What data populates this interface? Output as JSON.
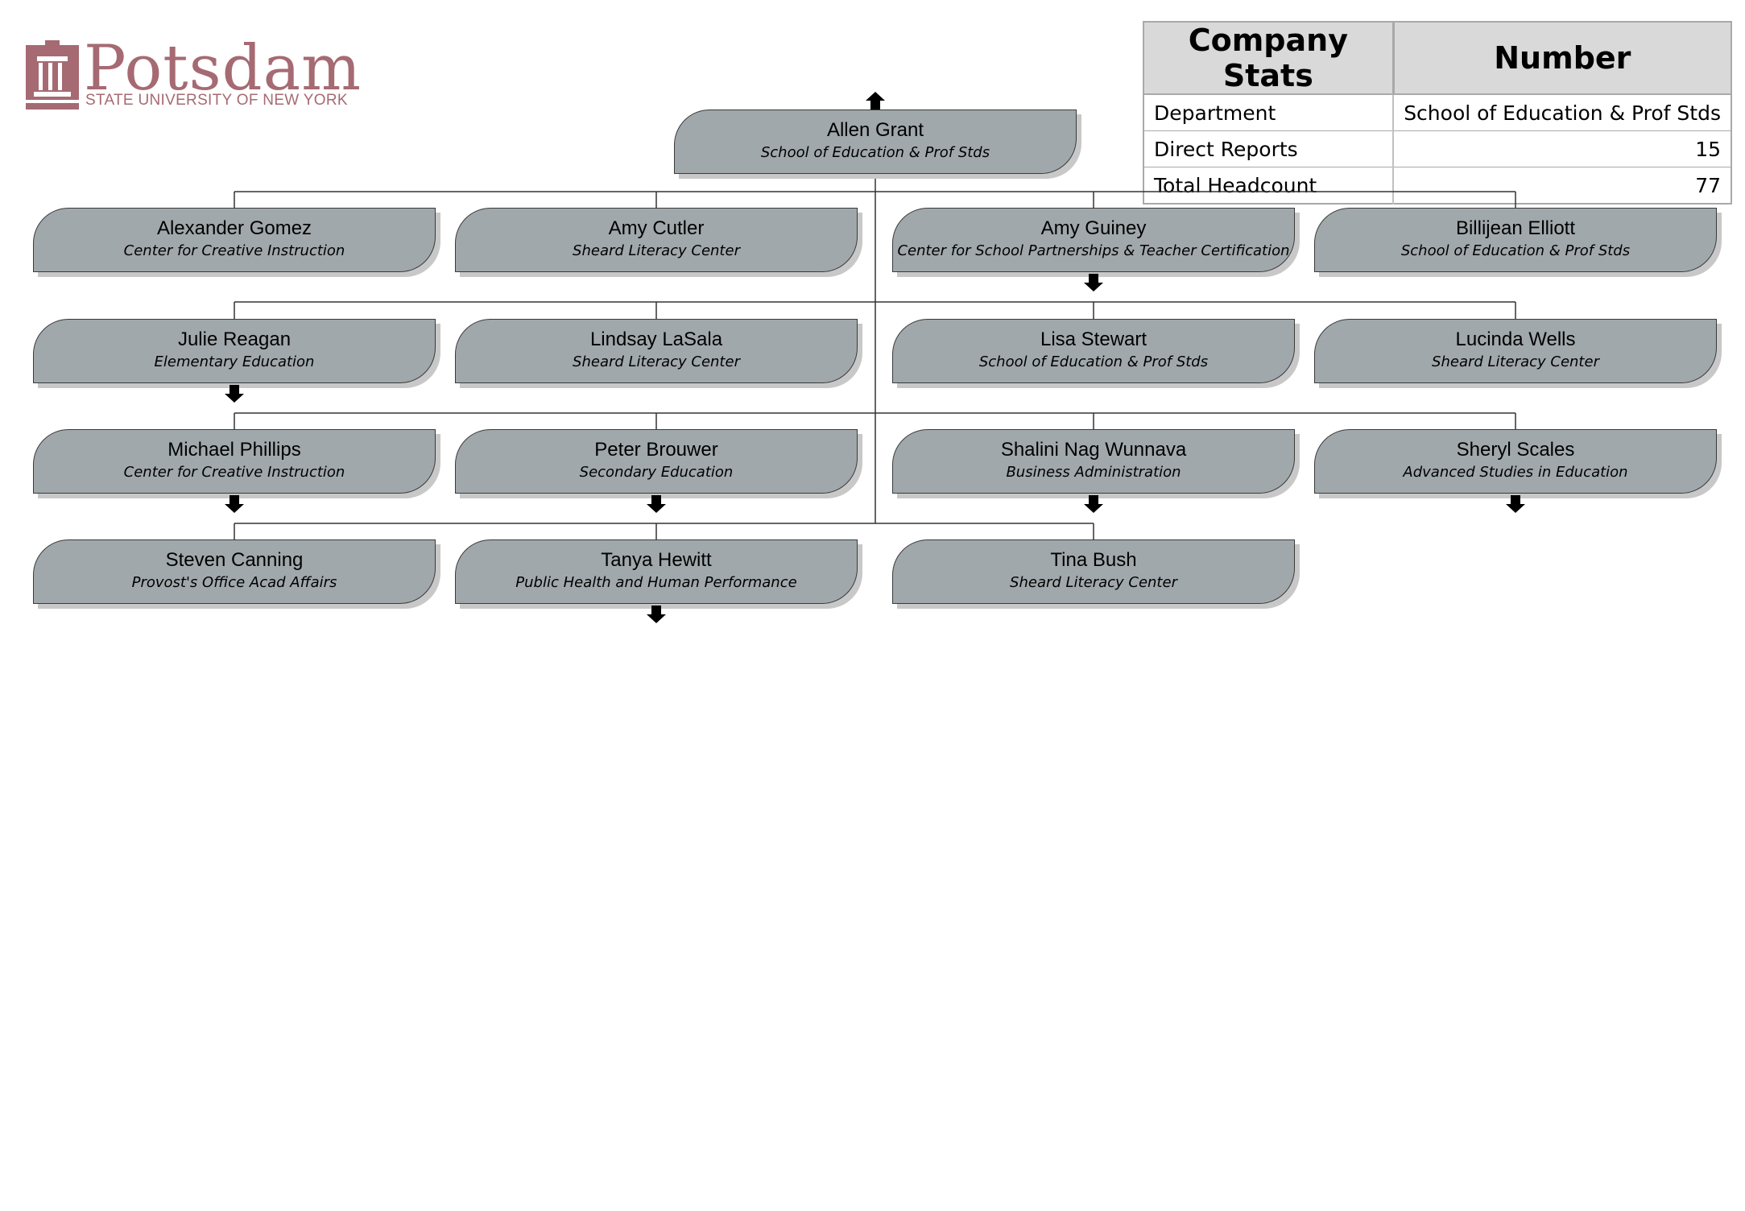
{
  "logo": {
    "wordmark": "Potsdam",
    "subtitle": "STATE UNIVERSITY OF NEW YORK",
    "color": "#a66a72"
  },
  "stats": {
    "headers": [
      "Company Stats",
      "Number"
    ],
    "rows": [
      {
        "label": "Department",
        "value": "School of Education & Prof Stds"
      },
      {
        "label": "Direct Reports",
        "value": "15"
      },
      {
        "label": "Total Headcount",
        "value": "77"
      }
    ]
  },
  "colors": {
    "box_fill": "#a1a8ab",
    "box_border": "#3a3a3a",
    "table_header": "#d9d9d9"
  },
  "org": {
    "root": {
      "name": "Allen Grant",
      "dept": "School of Education & Prof Stds",
      "arrow": "up"
    },
    "reports": [
      {
        "name": "Alexander Gomez",
        "dept": "Center for Creative Instruction",
        "has_reports": false
      },
      {
        "name": "Amy Cutler",
        "dept": "Sheard Literacy Center",
        "has_reports": false
      },
      {
        "name": "Amy Guiney",
        "dept": "Center for School Partnerships & Teacher Certification",
        "has_reports": true
      },
      {
        "name": "Billijean Elliott",
        "dept": "School of Education & Prof Stds",
        "has_reports": false
      },
      {
        "name": "Julie Reagan",
        "dept": "Elementary Education",
        "has_reports": true
      },
      {
        "name": "Lindsay LaSala",
        "dept": "Sheard Literacy Center",
        "has_reports": false
      },
      {
        "name": "Lisa Stewart",
        "dept": "School of Education & Prof Stds",
        "has_reports": false
      },
      {
        "name": "Lucinda Wells",
        "dept": "Sheard Literacy Center",
        "has_reports": false
      },
      {
        "name": "Michael Phillips",
        "dept": "Center for Creative Instruction",
        "has_reports": true
      },
      {
        "name": "Peter Brouwer",
        "dept": "Secondary Education",
        "has_reports": true
      },
      {
        "name": "Shalini Nag Wunnava",
        "dept": "Business Administration",
        "has_reports": true
      },
      {
        "name": "Sheryl Scales",
        "dept": "Advanced Studies in Education",
        "has_reports": true
      },
      {
        "name": "Steven Canning",
        "dept": "Provost's Office Acad Affairs",
        "has_reports": false
      },
      {
        "name": "Tanya Hewitt",
        "dept": "Public Health and Human Performance",
        "has_reports": true
      },
      {
        "name": "Tina Bush",
        "dept": "Sheard Literacy Center",
        "has_reports": false
      }
    ]
  }
}
